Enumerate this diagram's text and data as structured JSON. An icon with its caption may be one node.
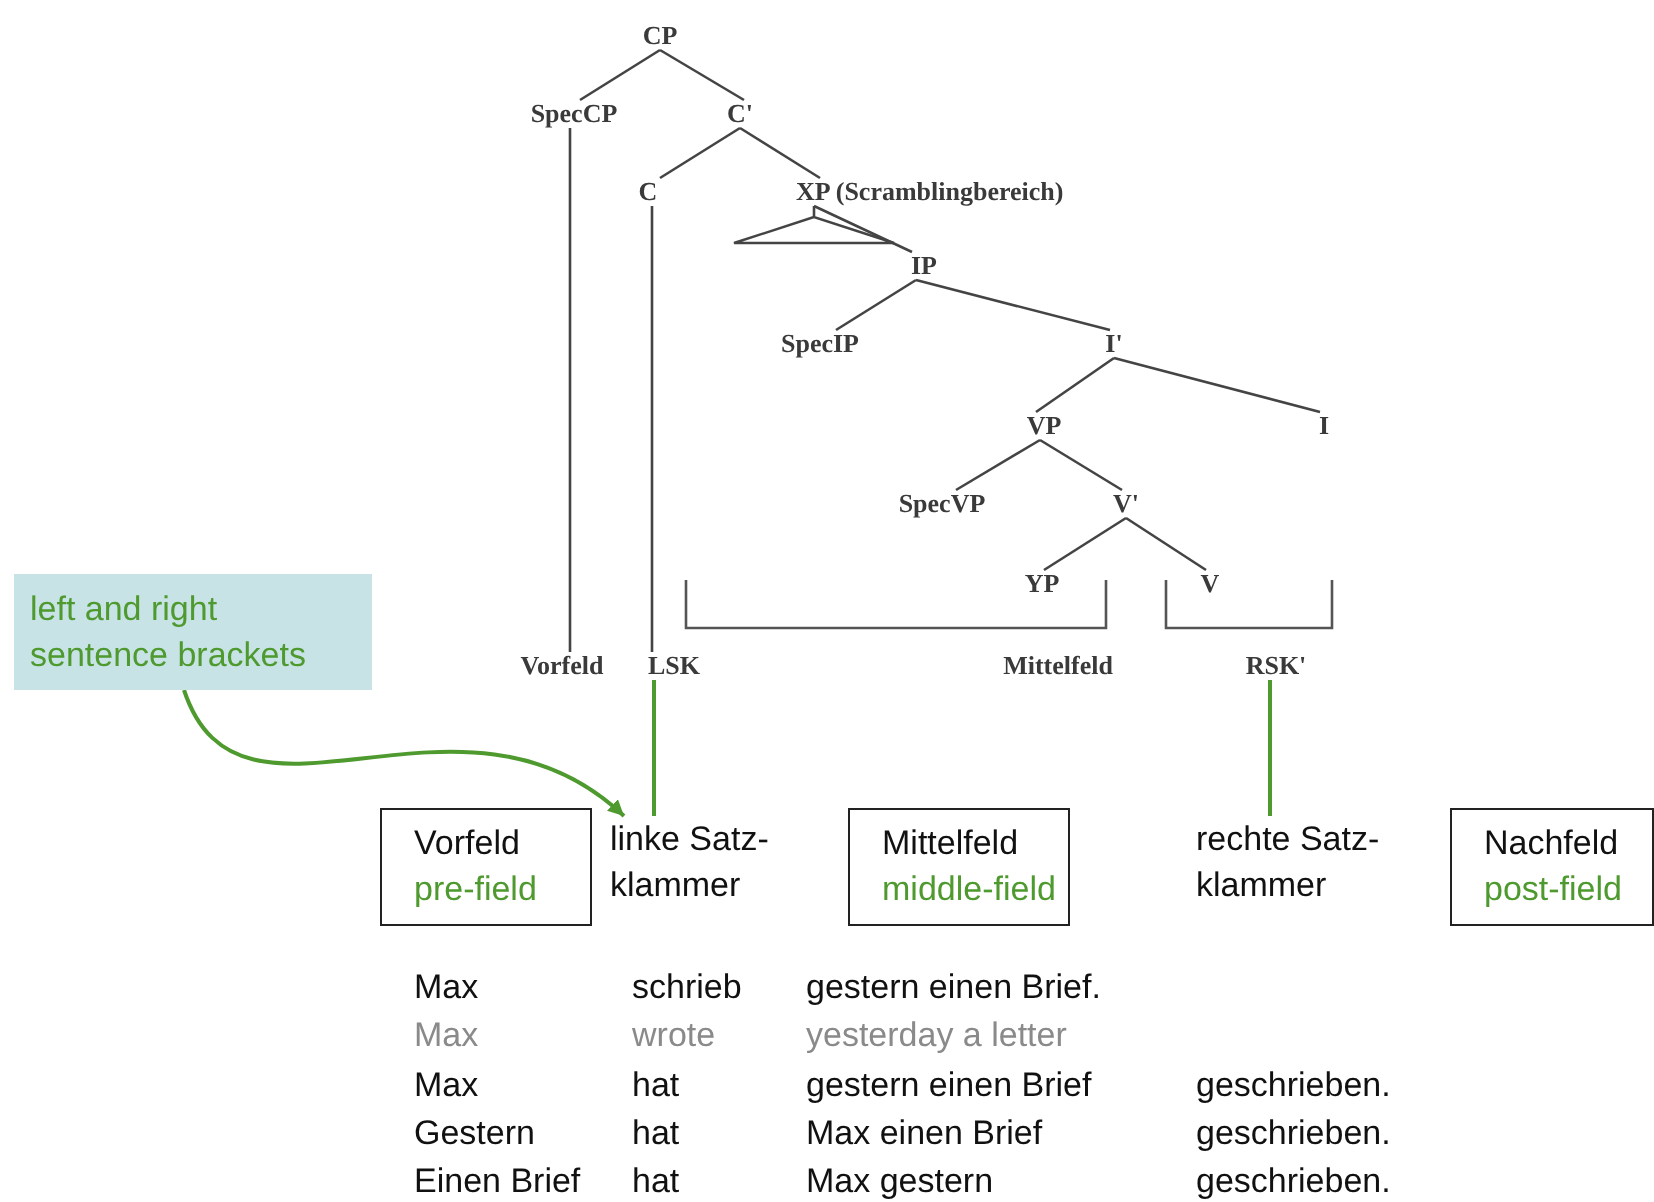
{
  "diagram": {
    "nodes": [
      {
        "text": [
          "CP"
        ]
      },
      {
        "text": [
          "SpecCP"
        ]
      },
      {
        "text": [
          "C'"
        ]
      },
      {
        "text": [
          "C"
        ]
      },
      {
        "text": [
          "XP (Scramblingbereich)"
        ]
      },
      {
        "text": [],
        "shape": "triangle"
      },
      {
        "text": [
          "IP"
        ]
      },
      {
        "text": [
          "SpecIP"
        ]
      },
      {
        "text": [
          "I'"
        ]
      },
      {
        "text": [
          "VP"
        ]
      },
      {
        "text": [
          "I"
        ]
      },
      {
        "text": [
          "SpecVP"
        ]
      },
      {
        "text": [
          "V'"
        ]
      },
      {
        "text": [
          "YP"
        ]
      },
      {
        "text": [
          "V"
        ]
      },
      {
        "text": [
          "Vorfeld"
        ]
      },
      {
        "text": [
          "LSK"
        ]
      },
      {
        "text": [
          "Mittelfeld"
        ]
      },
      {
        "text": [
          "RSK'"
        ]
      },
      {
        "text": [
          "left and right sentence brackets"
        ]
      },
      {
        "text": [
          "Vorfeld",
          "pre-field"
        ]
      },
      {
        "text": [
          "linke Satz- klammer"
        ]
      },
      {
        "text": [
          "Mittelfeld",
          "middle-field"
        ]
      },
      {
        "text": [
          "rechte Satz- klammer"
        ]
      },
      {
        "text": [
          "Nachfeld",
          "post-field"
        ]
      }
    ],
    "edges": [
      {
        "from": 0,
        "to": 1,
        "arrow": "none"
      },
      {
        "from": 0,
        "to": 2,
        "arrow": "none"
      },
      {
        "from": 2,
        "to": 3,
        "arrow": "none"
      },
      {
        "from": 2,
        "to": 4,
        "arrow": "none"
      },
      {
        "from": 4,
        "to": 5,
        "arrow": "none"
      },
      {
        "from": 4,
        "to": 6,
        "arrow": "none"
      },
      {
        "from": 6,
        "to": 7,
        "arrow": "none"
      },
      {
        "from": 6,
        "to": 8,
        "arrow": "none"
      },
      {
        "from": 8,
        "to": 9,
        "arrow": "none"
      },
      {
        "from": 8,
        "to": 10,
        "arrow": "none"
      },
      {
        "from": 9,
        "to": 11,
        "arrow": "none"
      },
      {
        "from": 9,
        "to": 12,
        "arrow": "none"
      },
      {
        "from": 12,
        "to": 13,
        "arrow": "none"
      },
      {
        "from": 12,
        "to": 14,
        "arrow": "none"
      },
      {
        "from": 1,
        "to": 15,
        "arrow": "none"
      },
      {
        "from": 3,
        "to": 16,
        "arrow": "none"
      },
      {
        "from": 16,
        "to": 21,
        "arrow": "none",
        "color": "#4e9a2f"
      },
      {
        "from": 18,
        "to": 23,
        "arrow": "none",
        "color": "#4e9a2f"
      },
      {
        "from": 19,
        "to": 21,
        "arrow": "to",
        "color": "#4e9a2f"
      }
    ],
    "labels": [
      "Max",
      "schrieb",
      "gestern einen Brief.",
      "Max",
      "wrote",
      "yesterday a letter",
      "Max",
      "hat",
      "gestern einen Brief",
      "geschrieben.",
      "Gestern",
      "hat",
      "Max einen Brief",
      "geschrieben.",
      "Einen Brief",
      "hat",
      "Max gestern",
      "geschrieben."
    ]
  }
}
